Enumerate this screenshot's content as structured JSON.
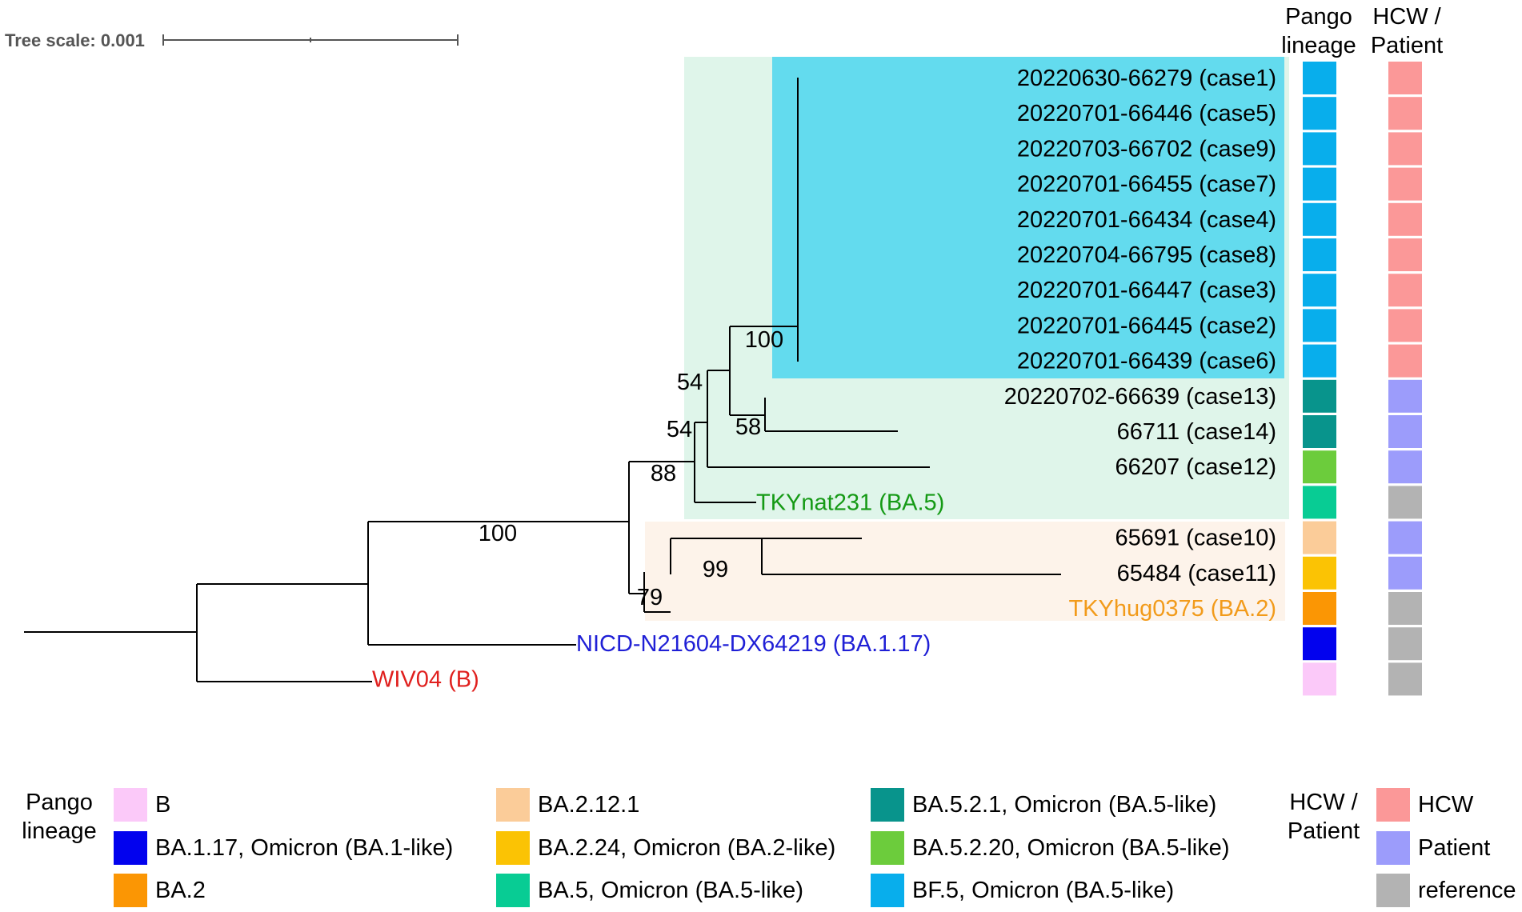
{
  "tree_scale": {
    "label": "Tree scale: 0.001"
  },
  "column_headers": {
    "pango": [
      "Pango",
      "lineage"
    ],
    "hcw": [
      "HCW /",
      "Patient"
    ]
  },
  "tips": [
    {
      "label": "20220630-66279 (case1)",
      "color": "#000000",
      "lineage": "BF.5",
      "group": "HCW"
    },
    {
      "label": "20220701-66446 (case5)",
      "color": "#000000",
      "lineage": "BF.5",
      "group": "HCW"
    },
    {
      "label": "20220703-66702 (case9)",
      "color": "#000000",
      "lineage": "BF.5",
      "group": "HCW"
    },
    {
      "label": "20220701-66455 (case7)",
      "color": "#000000",
      "lineage": "BF.5",
      "group": "HCW"
    },
    {
      "label": "20220701-66434 (case4)",
      "color": "#000000",
      "lineage": "BF.5",
      "group": "HCW"
    },
    {
      "label": "20220704-66795 (case8)",
      "color": "#000000",
      "lineage": "BF.5",
      "group": "HCW"
    },
    {
      "label": "20220701-66447 (case3)",
      "color": "#000000",
      "lineage": "BF.5",
      "group": "HCW"
    },
    {
      "label": "20220701-66445 (case2)",
      "color": "#000000",
      "lineage": "BF.5",
      "group": "HCW"
    },
    {
      "label": "20220701-66439 (case6)",
      "color": "#000000",
      "lineage": "BF.5",
      "group": "HCW"
    },
    {
      "label": "20220702-66639 (case13)",
      "color": "#000000",
      "lineage": "BA.5.2.1",
      "group": "Patient"
    },
    {
      "label": "66711 (case14)",
      "color": "#000000",
      "lineage": "BA.5.2.1",
      "group": "Patient"
    },
    {
      "label": "66207 (case12)",
      "color": "#000000",
      "lineage": "BA.5.2.20",
      "group": "Patient"
    },
    {
      "label": "TKYnat231 (BA.5)",
      "color": "#159a15",
      "lineage": "BA.5",
      "group": "reference"
    },
    {
      "label": "65691 (case10)",
      "color": "#000000",
      "lineage": "BA.2.12.1",
      "group": "Patient"
    },
    {
      "label": "65484 (case11)",
      "color": "#000000",
      "lineage": "BA.2.24",
      "group": "Patient"
    },
    {
      "label": "TKYhug0375 (BA.2)",
      "color": "#f29b1b",
      "lineage": "BA.2",
      "group": "reference"
    },
    {
      "label": "NICD-N21604-DX64219 (BA.1.17)",
      "color": "#1f1fd6",
      "lineage": "BA.1.17",
      "group": "reference"
    },
    {
      "label": "WIV04 (B)",
      "color": "#e0201e",
      "lineage": "B",
      "group": "reference"
    }
  ],
  "bootstrap": [
    "100",
    "54",
    "54",
    "58",
    "88",
    "100",
    "99",
    "79"
  ],
  "clade_shading": {
    "ba5_clade": "#dff5ea",
    "bf5_clade": "#63dbee",
    "ba2_clade": "#fdf3ea"
  },
  "lineage_colors": {
    "B": "#fbc9f9",
    "BA.1.17": "#0202ee",
    "BA.2": "#fb9604",
    "BA.2.12.1": "#fbcc99",
    "BA.2.24": "#fbc304",
    "BA.5": "#08cc94",
    "BA.5.2.1": "#08948c",
    "BA.5.2.20": "#6ccc3c",
    "BF.5": "#08aeec"
  },
  "group_colors": {
    "HCW": "#fb9898",
    "Patient": "#9c9cfb",
    "reference": "#b3b3b3"
  },
  "legend": {
    "pango_title": [
      "Pango",
      "lineage"
    ],
    "pango_items": [
      {
        "key": "B",
        "label": "B"
      },
      {
        "key": "BA.1.17",
        "label": "BA.1.17, Omicron (BA.1-like)"
      },
      {
        "key": "BA.2",
        "label": "BA.2"
      },
      {
        "key": "BA.2.12.1",
        "label": "BA.2.12.1"
      },
      {
        "key": "BA.2.24",
        "label": "BA.2.24, Omicron (BA.2-like)"
      },
      {
        "key": "BA.5",
        "label": "BA.5, Omicron (BA.5-like)"
      },
      {
        "key": "BA.5.2.1",
        "label": "BA.5.2.1, Omicron (BA.5-like)"
      },
      {
        "key": "BA.5.2.20",
        "label": "BA.5.2.20, Omicron (BA.5-like)"
      },
      {
        "key": "BF.5",
        "label": "BF.5, Omicron (BA.5-like)"
      }
    ],
    "group_title": [
      "HCW /",
      "Patient"
    ],
    "group_items": [
      {
        "key": "HCW",
        "label": "HCW"
      },
      {
        "key": "Patient",
        "label": "Patient"
      },
      {
        "key": "reference",
        "label": "reference"
      }
    ]
  }
}
